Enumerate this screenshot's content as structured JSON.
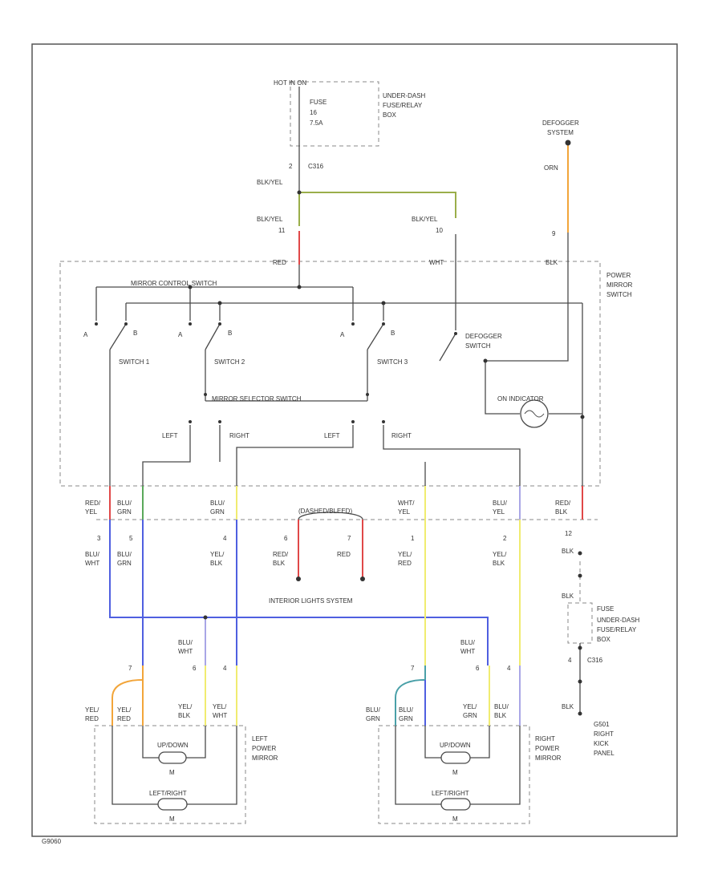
{
  "title": "",
  "colors": {
    "wire": "#4a4a4a",
    "dashed": "#888888",
    "frame": "#555555",
    "blue": "#4f5fe0",
    "yellow": "#f0ec70",
    "red": "#e04848",
    "olive": "#9aae4a",
    "orange": "#f2a53a",
    "lavender": "#a9a6e6",
    "teal": "#4aa0a8",
    "green": "#5aa85a",
    "text": "#333333"
  },
  "labels": {
    "hot_in_on": "HOT IN ON",
    "fuse": "FUSE",
    "fuse_number": "16",
    "fuse_amps": "7.5A",
    "udf_box_top": [
      "UNDER-DASH",
      "FUSE/RELAY",
      "BOX"
    ],
    "c_top_pin": "2",
    "c_top": "C316",
    "wire_blk_yel_trunk": "BLK/YEL",
    "wire_blk_yel_left": "BLK/YEL",
    "pin_11": "11",
    "wire_blk_yel_right": "BLK/YEL",
    "pin_10": "10",
    "wire_red": "RED",
    "wire_wht": "WHT",
    "defogger_system": [
      "DEFOGGER",
      "SYSTEM"
    ],
    "wire_orn": "ORN",
    "pin_9": "9",
    "wire_blk": "BLK",
    "power_mirror_switch": [
      "POWER",
      "MIRROR",
      "SWITCH"
    ],
    "mirror_control_switch": "MIRROR CONTROL SWITCH",
    "switch_1": "SWITCH 1",
    "switch_2": "SWITCH 2",
    "switch_3": "SWITCH 3",
    "defogger_switch": [
      "DEFOGGER",
      "SWITCH"
    ],
    "a": "A",
    "b": "B",
    "on_indicator": "ON INDICATOR",
    "mirror_selector_switch": "MIRROR SELECTOR SWITCH",
    "left": "LEFT",
    "right": "RIGHT",
    "dashed_lead": "(DASHED/BLEED)",
    "interior_lights_system": "INTERIOR LIGHTS SYSTEM",
    "conn_top_row": [
      {
        "w1": "RED/",
        "w2": "YEL"
      },
      {
        "w1": "BLU/",
        "w2": "GRN"
      },
      {
        "w1": "BLU/",
        "w2": "GRN"
      },
      {
        "w1": "WHT/",
        "w2": "YEL"
      },
      {
        "w1": "BLU/",
        "w2": "YEL"
      },
      {
        "w1": "RED/",
        "w2": "BLK"
      }
    ],
    "pins_row": [
      "3",
      "5",
      "4",
      "6",
      "7",
      "1",
      "2",
      "12"
    ],
    "conn_bottom_row": [
      {
        "w1": "BLU/",
        "w2": "WHT"
      },
      {
        "w1": "BLU/",
        "w2": "GRN"
      },
      {
        "w1": "YEL/",
        "w2": "BLK"
      },
      {
        "w1": "RED/",
        "w2": "BLK"
      },
      {
        "w1": "RED",
        "w2": ""
      },
      {
        "w1": "YEL/",
        "w2": "RED"
      },
      {
        "w1": "YEL/",
        "w2": "BLK"
      },
      {
        "w1": "BLK",
        "w2": ""
      }
    ],
    "blk_low": "BLK",
    "fuse_low": "FUSE",
    "udf_box_low": [
      "UNDER-DASH",
      "FUSE/RELAY",
      "BOX"
    ],
    "pin_4": "4",
    "c_low": "C316",
    "blk_g": "BLK",
    "ground": [
      "G501",
      "RIGHT",
      "KICK",
      "PANEL"
    ],
    "blu_wht_left": [
      "BLU/",
      "WHT"
    ],
    "blu_wht_right": [
      "BLU/",
      "WHT"
    ],
    "mirror_pins": [
      "7",
      "6",
      "4",
      "7",
      "6",
      "4"
    ],
    "left_mirror_wires": [
      {
        "w1": "YEL/",
        "w2": "RED"
      },
      {
        "w1": "YEL/",
        "w2": "RED"
      },
      {
        "w1": "YEL/",
        "w2": "BLK"
      },
      {
        "w1": "YEL/",
        "w2": "WHT"
      }
    ],
    "right_mirror_wires": [
      {
        "w1": "BLU/",
        "w2": "GRN"
      },
      {
        "w1": "BLU/",
        "w2": "GRN"
      },
      {
        "w1": "YEL/",
        "w2": "GRN"
      },
      {
        "w1": "BLU/",
        "w2": "BLK"
      }
    ],
    "up_down": "UP/DOWN",
    "left_right": "LEFT/RIGHT",
    "motor_m": "M",
    "left_power_mirror": [
      "LEFT",
      "POWER",
      "MIRROR"
    ],
    "right_power_mirror": [
      "RIGHT",
      "POWER",
      "MIRROR"
    ],
    "footer_code": "G9060"
  }
}
